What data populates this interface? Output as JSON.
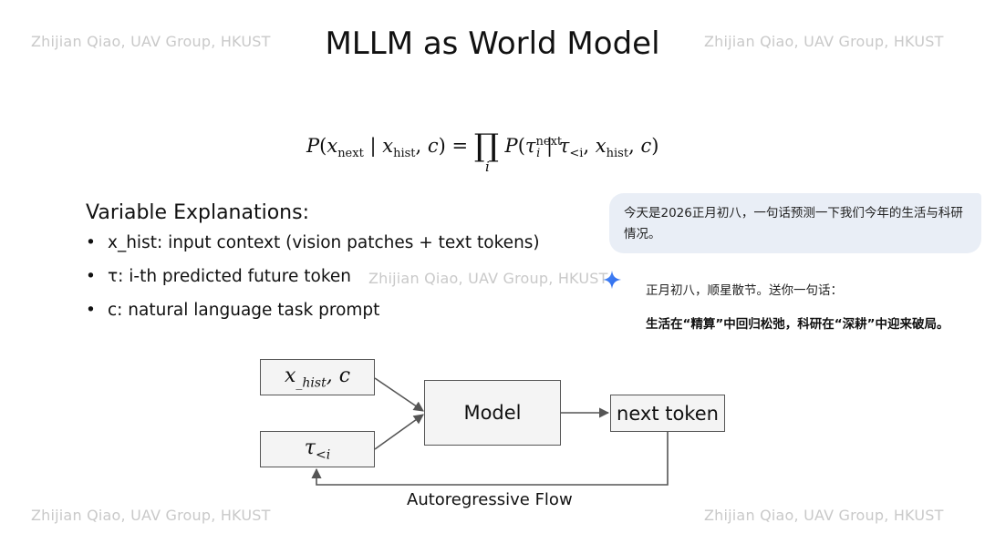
{
  "slide": {
    "title": "MLLM as World Model",
    "watermark": "Zhijian Qiao, UAV Group, HKUST"
  },
  "formula": {
    "lhs_P": "P",
    "x": "x",
    "sub_next": "next",
    "sub_hist": "hist",
    "c": "c",
    "product": "∏",
    "index_i": "i",
    "tau": "τ",
    "sup_next": "next",
    "sub_lt_i": "<i"
  },
  "explanations": {
    "heading": "Variable Explanations:",
    "items": [
      {
        "bullet": "•",
        "text": "x_hist: input context (vision patches + text tokens)"
      },
      {
        "bullet": "•",
        "text": "τ: i-th predicted future token"
      },
      {
        "bullet": "•",
        "text": "c: natural language task prompt"
      }
    ]
  },
  "chat": {
    "user_message": "今天是2026正月初八，一句话预测一下我们今年的生活与科研情况。",
    "assistant_icon": "sparkle-icon",
    "assistant_line1": "正月初八，顺星散节。送你一句话：",
    "assistant_line2": "生活在“精算”中回归松弛，科研在“深耕”中迎来破局。"
  },
  "diagram": {
    "input1": {
      "x": "x",
      "sub": "_hist",
      "rest": ", c"
    },
    "input2": {
      "tau": "τ",
      "sub": "<i"
    },
    "model_label": "Model",
    "output_label": "next token",
    "flow_label": "Autoregressive Flow"
  },
  "colors": {
    "watermark": "#c9c9c9",
    "chat_bubble": "#e9eef6",
    "sparkle": "#3b82f6",
    "box_fill": "#f4f4f4",
    "arrow": "#555555"
  }
}
